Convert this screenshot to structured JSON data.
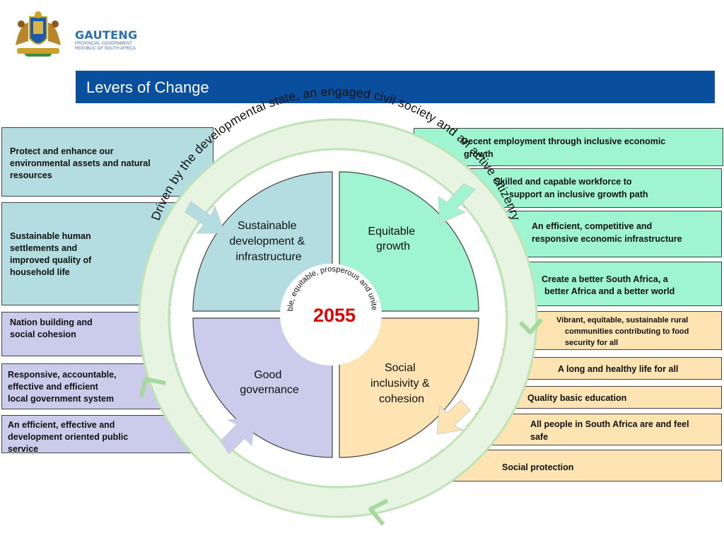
{
  "logo": {
    "name": "GAUTENG",
    "line1": "PROVINCIAL GOVERNMENT",
    "line2": "REPUBLIC OF SOUTH AFRICA"
  },
  "title": "Levers of Change",
  "ring_text": "Driven by the developmental state, an engaged civil society and an active citizenry",
  "inner_ring_text": "A liveable, equitable, prosperous and united GCR",
  "year": "2055",
  "quadrants": {
    "tl": [
      "Sustainable",
      "development &",
      "infrastructure"
    ],
    "tr": [
      "Equitable",
      "growth"
    ],
    "bl": [
      "Good",
      "governance"
    ],
    "br": [
      "Social",
      "inclusivity &",
      "cohesion"
    ]
  },
  "left_boxes": [
    {
      "l1": "Protect and enhance our",
      "l2": "environmental  assets and natural",
      "l3": "resources"
    },
    {
      "l1": "Sustainable human",
      "l2": "settlements and",
      "l3": "improved quality of",
      "l4": "household life"
    },
    {
      "l1": "Nation building and",
      "l2": "social cohesion"
    },
    {
      "l1": "Responsive, accountable,",
      "l2": "effective and efficient",
      "l3": "local government system"
    },
    {
      "l1": "An efficient, effective and",
      "l2": "development oriented public",
      "l3": "service"
    }
  ],
  "right_boxes": [
    {
      "l1": "Decent employment through inclusive economic",
      "l2": "growth"
    },
    {
      "l1": "Skilled and capable workforce to",
      "l2": "support an inclusive growth path"
    },
    {
      "l1": "An efficient, competitive and",
      "l2": "responsive economic infrastructure"
    },
    {
      "l1": "Create a better South Africa, a",
      "l2": "better Africa and a better world"
    },
    {
      "l1": "Vibrant, equitable,  sustainable  rural",
      "l2": "communities contributing to food",
      "l3": "security for all"
    },
    {
      "l1": "A long and healthy life for all"
    },
    {
      "l1": "Quality basic education"
    },
    {
      "l1": "All people in South Africa are and feel",
      "l2": "safe"
    },
    {
      "l1": "Social protection"
    }
  ],
  "colors": {
    "title_bar": "#0a4f9d",
    "teal": "#b3dde0",
    "lavender": "#cbcbec",
    "mint": "#9ff5cf",
    "peach": "#fde4b2",
    "ring": "#e8f5e4",
    "year": "#e00000"
  }
}
